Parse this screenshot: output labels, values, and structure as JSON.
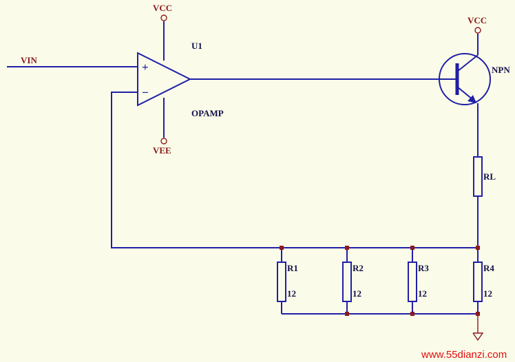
{
  "net_labels": {
    "vin": "VIN",
    "vcc_opamp": "VCC",
    "vee": "VEE",
    "vcc_npn": "VCC"
  },
  "components": {
    "opamp": {
      "ref": "U1",
      "type": "OPAMP",
      "plus": "+",
      "minus": "−"
    },
    "transistor": {
      "type": "NPN"
    },
    "rl": {
      "ref": "RL"
    },
    "r1": {
      "ref": "R1",
      "value": "12"
    },
    "r2": {
      "ref": "R2",
      "value": "12"
    },
    "r3": {
      "ref": "R3",
      "value": "12"
    },
    "r4": {
      "ref": "R4",
      "value": "12"
    }
  },
  "watermark": "www.55dianzi.com",
  "colors": {
    "background": "#fbfbe9",
    "wire": "#1f1fa8",
    "power_symbol": "#8b1a1a",
    "watermark": "#e01010"
  }
}
